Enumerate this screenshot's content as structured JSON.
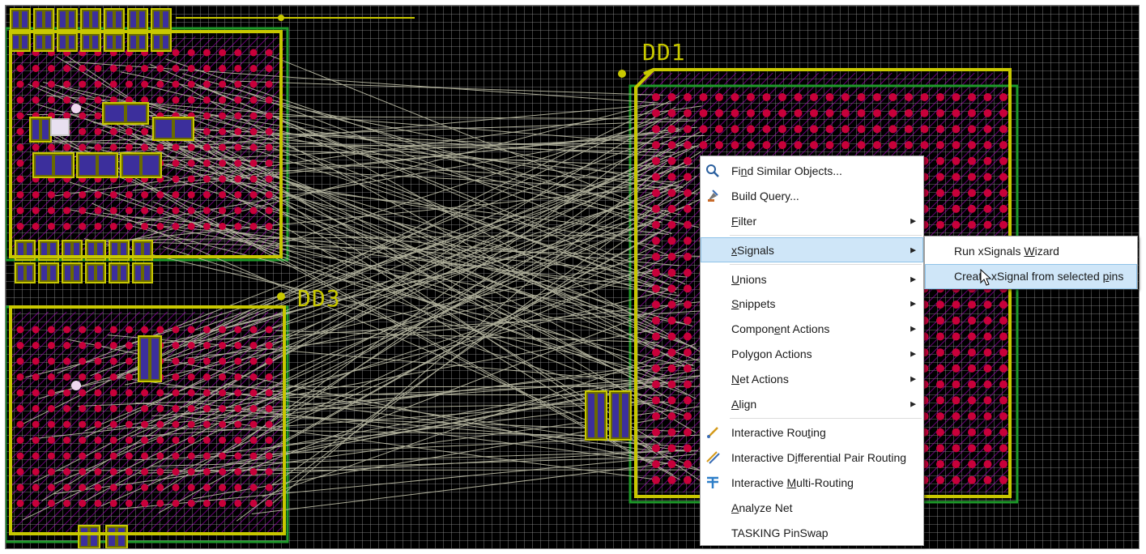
{
  "pcb": {
    "designators": {
      "dd1": "DD1",
      "dd3": "DD3"
    },
    "colors": {
      "background": "#000000",
      "grid": "#9a9a9a",
      "pad": "#c8003a",
      "pad_outline": "#b000c8",
      "component_outline": "#c8c800",
      "courtyard": "#1e9a2a",
      "ratsnest": "#c8c8b0"
    }
  },
  "context_menu": {
    "items": [
      {
        "pre": "Fi",
        "u": "n",
        "post": "d Similar Objects...",
        "icon": "magnifier-icon"
      },
      {
        "pre": "Build Query...",
        "u": "",
        "post": "",
        "icon": "query-builder-icon"
      },
      {
        "pre": "",
        "u": "F",
        "post": "ilter",
        "submenu": true
      },
      {
        "pre": "",
        "u": "x",
        "post": "Signals",
        "submenu": true,
        "highlighted": true
      },
      {
        "pre": "",
        "u": "U",
        "post": "nions",
        "submenu": true
      },
      {
        "pre": "",
        "u": "S",
        "post": "nippets",
        "submenu": true
      },
      {
        "pre": "Compon",
        "u": "e",
        "post": "nt Actions",
        "submenu": true
      },
      {
        "pre": "Polygon Actions",
        "u": "",
        "post": "",
        "submenu": true
      },
      {
        "pre": "",
        "u": "N",
        "post": "et Actions",
        "submenu": true
      },
      {
        "pre": "",
        "u": "A",
        "post": "lign",
        "submenu": true
      },
      {
        "pre": "Interactive Rou",
        "u": "t",
        "post": "ing",
        "icon": "interactive-routing-icon"
      },
      {
        "pre": "Interactive D",
        "u": "i",
        "post": "fferential Pair Routing",
        "icon": "diff-pair-routing-icon"
      },
      {
        "pre": "Interactive ",
        "u": "M",
        "post": "ulti-Routing",
        "icon": "multi-routing-icon"
      },
      {
        "pre": "",
        "u": "A",
        "post": "nalyze Net"
      },
      {
        "pre": "TASKING PinSwap",
        "u": "",
        "post": ""
      }
    ]
  },
  "submenu": {
    "items": [
      {
        "pre": "Run xSignals ",
        "u": "W",
        "post": "izard"
      },
      {
        "pre": "Create xSignal from selected ",
        "u": "p",
        "post": "ins",
        "highlighted": true
      }
    ]
  }
}
